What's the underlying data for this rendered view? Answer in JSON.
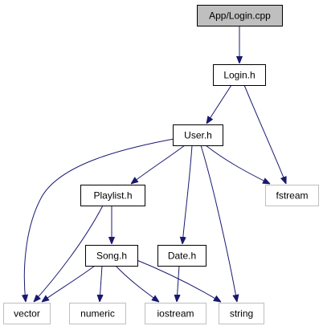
{
  "graph": {
    "colors": {
      "edge": "#191970",
      "root_fill": "#bfbfbf",
      "node_border": "#000000",
      "system_border": "#bfbfbf",
      "text": "#000000"
    },
    "nodes": [
      {
        "id": "app-login-cpp",
        "label": "App/Login.cpp",
        "kind": "root"
      },
      {
        "id": "login-h",
        "label": "Login.h",
        "kind": "local"
      },
      {
        "id": "user-h",
        "label": "User.h",
        "kind": "local"
      },
      {
        "id": "fstream",
        "label": "fstream",
        "kind": "system"
      },
      {
        "id": "playlist-h",
        "label": "Playlist.h",
        "kind": "local"
      },
      {
        "id": "song-h",
        "label": "Song.h",
        "kind": "local"
      },
      {
        "id": "date-h",
        "label": "Date.h",
        "kind": "local"
      },
      {
        "id": "vector",
        "label": "vector",
        "kind": "system"
      },
      {
        "id": "numeric",
        "label": "numeric",
        "kind": "system"
      },
      {
        "id": "iostream",
        "label": "iostream",
        "kind": "system"
      },
      {
        "id": "string",
        "label": "string",
        "kind": "system"
      }
    ],
    "edges": [
      {
        "from": "app-login-cpp",
        "to": "login-h"
      },
      {
        "from": "login-h",
        "to": "user-h"
      },
      {
        "from": "login-h",
        "to": "fstream"
      },
      {
        "from": "user-h",
        "to": "fstream"
      },
      {
        "from": "user-h",
        "to": "playlist-h"
      },
      {
        "from": "user-h",
        "to": "vector"
      },
      {
        "from": "user-h",
        "to": "date-h"
      },
      {
        "from": "user-h",
        "to": "string"
      },
      {
        "from": "playlist-h",
        "to": "song-h"
      },
      {
        "from": "playlist-h",
        "to": "vector"
      },
      {
        "from": "song-h",
        "to": "vector"
      },
      {
        "from": "song-h",
        "to": "numeric"
      },
      {
        "from": "song-h",
        "to": "iostream"
      },
      {
        "from": "song-h",
        "to": "string"
      },
      {
        "from": "date-h",
        "to": "iostream"
      }
    ]
  }
}
